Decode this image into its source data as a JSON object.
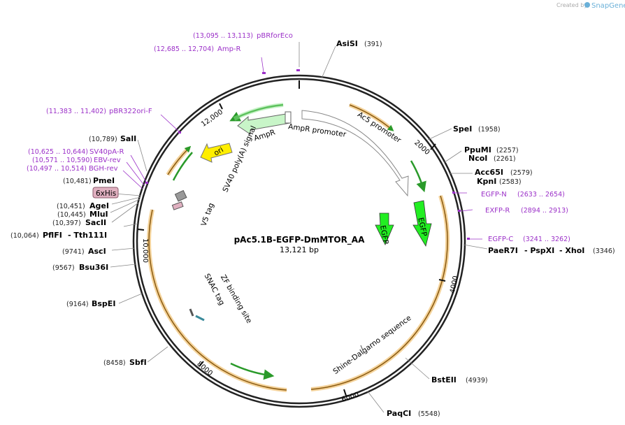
{
  "credit": {
    "prefix": "Created by",
    "brand": "SnapGene"
  },
  "plasmid": {
    "name": "pAc5.1B-EGFP-DmMTOR_AA",
    "size": "13,121 bp"
  },
  "ticks": {
    "t2000": "2000",
    "t4000": "4000",
    "t6000": "6000",
    "t8000": "8000",
    "t10000": "10,000",
    "t12000": "12,000"
  },
  "sites": {
    "asisi": {
      "name": "AsiSI",
      "pos": "(391)"
    },
    "spei": {
      "name": "SpeI",
      "pos": "(1958)"
    },
    "ppumi": {
      "name": "PpuMI",
      "pos": "(2257)"
    },
    "ncoi": {
      "name": "NcoI",
      "pos": "(2261)"
    },
    "acc65i": {
      "name": "Acc65I",
      "pos": "(2579)"
    },
    "kpni": {
      "name": "KpnI",
      "pos": "(2583)"
    },
    "paer7i": {
      "name": "PaeR7I",
      "name2": "- PspXI",
      "name3": "- XhoI",
      "pos": "(3346)"
    },
    "bsteii": {
      "name": "BstEII",
      "pos": "(4939)"
    },
    "paqci": {
      "name": "PaqCI",
      "pos": "(5548)"
    },
    "sbfi": {
      "name": "SbfI",
      "pos": "(8458)"
    },
    "bspei": {
      "name": "BspEI",
      "pos": "(9164)"
    },
    "bsu36i": {
      "name": "Bsu36I",
      "pos": "(9567)"
    },
    "asci": {
      "name": "AscI",
      "pos": "(9741)"
    },
    "pflfi": {
      "name": "PflFI",
      "name2": "- Tth111I",
      "pos": "(10,064)"
    },
    "sacii": {
      "name": "SacII",
      "pos": "(10,397)"
    },
    "mlui": {
      "name": "MluI",
      "pos": "(10,445)"
    },
    "agei": {
      "name": "AgeI",
      "pos": "(10,451)"
    },
    "pmei": {
      "name": "PmeI",
      "pos": "(10,481)"
    },
    "sali": {
      "name": "SalI",
      "pos": "(10,789)"
    }
  },
  "primers": {
    "pbrforeco": {
      "name": "pBRforEco",
      "pos": "(13,095 .. 13,113)"
    },
    "ampr": {
      "name": "Amp-R",
      "pos": "(12,685 .. 12,704)"
    },
    "pbr322ori": {
      "name": "pBR322ori-F",
      "pos": "(11,383 .. 11,402)"
    },
    "sv40pa": {
      "name": "SV40pA-R",
      "pos": "(10,625 .. 10,644)"
    },
    "ebvrev": {
      "name": "EBV-rev",
      "pos": "(10,571 .. 10,590)"
    },
    "bghrev": {
      "name": "BGH-rev",
      "pos": "(10,497 .. 10,514)"
    },
    "egfpn": {
      "name": "EGFP-N",
      "pos": "(2633 .. 2654)"
    },
    "exfpr": {
      "name": "EXFP-R",
      "pos": "(2894 .. 2913)"
    },
    "egfpc": {
      "name": "EGFP-C",
      "pos": "(3241 .. 3262)"
    }
  },
  "features": {
    "sixhis": "6xHis",
    "ampr": "AmpR",
    "ampr_promoter": "AmpR promoter",
    "ac5_promoter": "Ac5 promoter",
    "ori": "ori",
    "sv40": "SV40 poly(A) signal",
    "v5": "V5 tag",
    "egfp1": "EGFP",
    "egfp2": "EGFP",
    "zf": "ZF binding site",
    "snac": "SNAC tag",
    "shine": "Shine-Dalgarno sequence"
  },
  "colors": {
    "primer": "#9b30c8",
    "egfp": "#22ee22",
    "orf": "#e8a020",
    "ori": "#ffee00",
    "ampr": "#c8f5c8",
    "tag": "#e0b0c0"
  }
}
